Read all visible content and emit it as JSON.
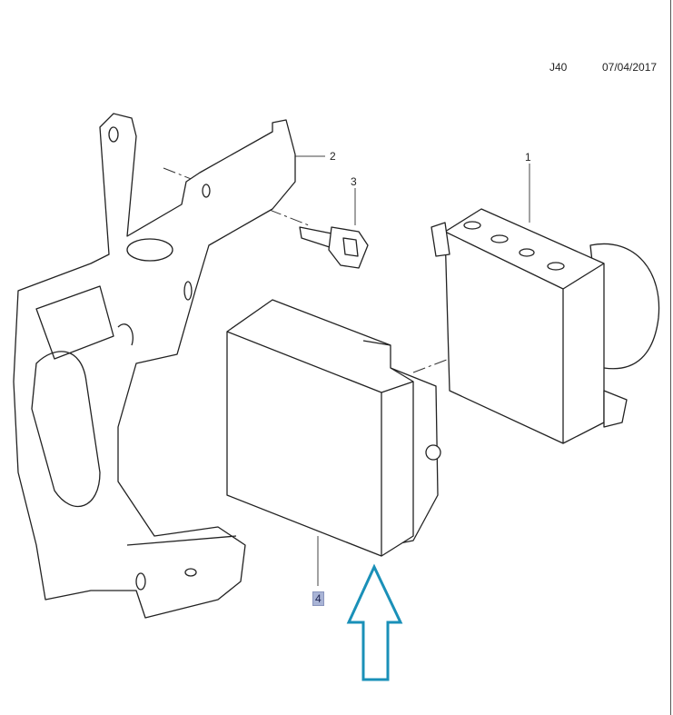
{
  "header": {
    "diagram_code": "J40",
    "date": "07/04/2017"
  },
  "callouts": [
    {
      "number": "1"
    },
    {
      "number": "2"
    },
    {
      "number": "3"
    },
    {
      "number": "4",
      "highlighted": true
    }
  ],
  "colors": {
    "arrow": "#1a90b8",
    "highlight": "#a9b4d6"
  }
}
